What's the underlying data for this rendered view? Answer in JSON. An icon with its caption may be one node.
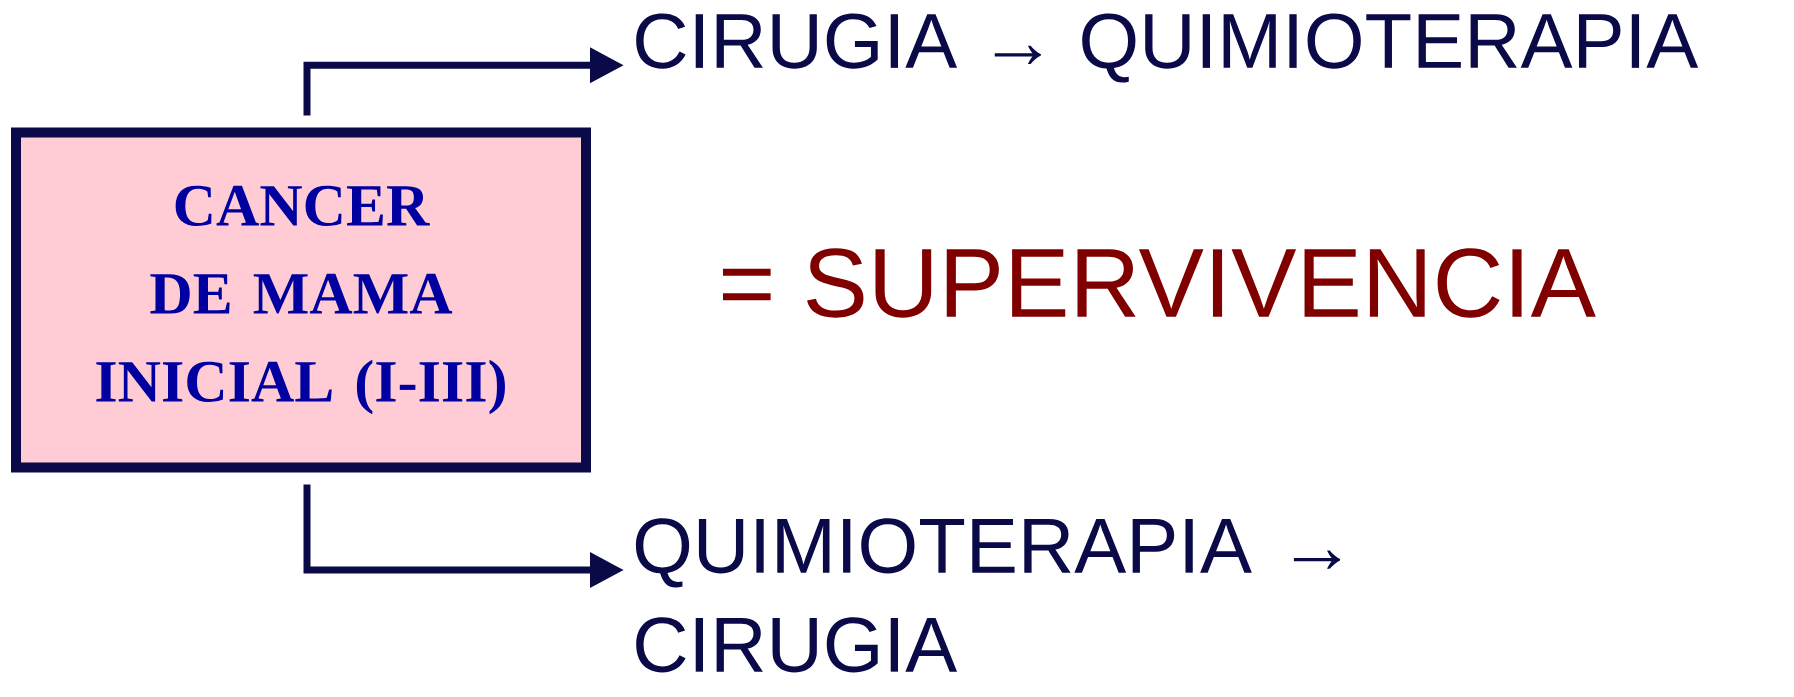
{
  "diagram": {
    "nodes": [
      {
        "text": [
          "CANCER DE MAMA INICIAL (I-III)"
        ]
      },
      {
        "text": [
          "CIRUGIA → QUIMIOTERAPIA"
        ]
      },
      {
        "text": [
          "QUIMIOTERAPIA → CIRUGIA"
        ]
      }
    ],
    "edges": [
      {
        "from": 0,
        "to": 1,
        "arrow": "to"
      },
      {
        "from": 0,
        "to": 2,
        "arrow": "to"
      }
    ],
    "labels": [
      "= SUPERVIVENCIA"
    ]
  }
}
